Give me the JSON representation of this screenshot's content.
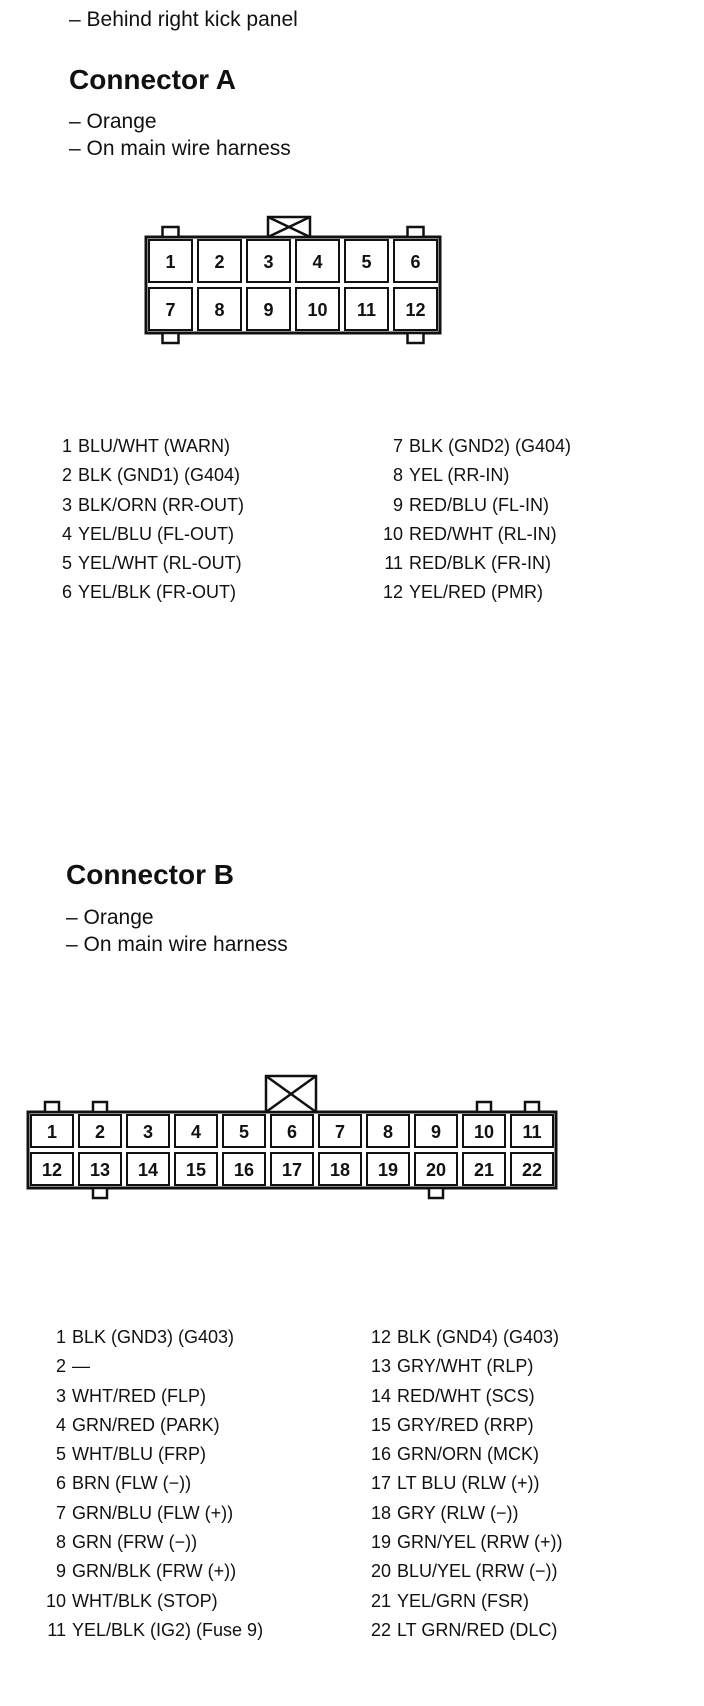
{
  "location_note": "– Behind right kick panel",
  "connector_a": {
    "title": "Connector A",
    "lines": [
      "– Orange",
      "– On main wire harness"
    ],
    "cavity_rows": [
      [
        "1",
        "2",
        "3",
        "4",
        "5",
        "6"
      ],
      [
        "7",
        "8",
        "9",
        "10",
        "11",
        "12"
      ]
    ],
    "pins_left": [
      {
        "num": "1",
        "desc": "BLU/WHT (WARN)"
      },
      {
        "num": "2",
        "desc": "BLK (GND1) (G404)"
      },
      {
        "num": "3",
        "desc": "BLK/ORN (RR-OUT)"
      },
      {
        "num": "4",
        "desc": "YEL/BLU (FL-OUT)"
      },
      {
        "num": "5",
        "desc": "YEL/WHT (RL-OUT)"
      },
      {
        "num": "6",
        "desc": "YEL/BLK (FR-OUT)"
      }
    ],
    "pins_right": [
      {
        "num": "7",
        "desc": "BLK (GND2) (G404)"
      },
      {
        "num": "8",
        "desc": "YEL (RR-IN)"
      },
      {
        "num": "9",
        "desc": "RED/BLU (FL-IN)"
      },
      {
        "num": "10",
        "desc": "RED/WHT (RL-IN)"
      },
      {
        "num": "11",
        "desc": "RED/BLK (FR-IN)"
      },
      {
        "num": "12",
        "desc": "YEL/RED (PMR)"
      }
    ]
  },
  "connector_b": {
    "title": "Connector B",
    "lines": [
      "– Orange",
      "– On main wire harness"
    ],
    "cavity_rows": [
      [
        "1",
        "2",
        "3",
        "4",
        "5",
        "6",
        "7",
        "8",
        "9",
        "10",
        "11"
      ],
      [
        "12",
        "13",
        "14",
        "15",
        "16",
        "17",
        "18",
        "19",
        "20",
        "21",
        "22"
      ]
    ],
    "pins_left": [
      {
        "num": "1",
        "desc": "BLK (GND3) (G403)"
      },
      {
        "num": "2",
        "desc": "—"
      },
      {
        "num": "3",
        "desc": "WHT/RED (FLP)"
      },
      {
        "num": "4",
        "desc": "GRN/RED (PARK)"
      },
      {
        "num": "5",
        "desc": "WHT/BLU (FRP)"
      },
      {
        "num": "6",
        "desc": "BRN (FLW (−))"
      },
      {
        "num": "7",
        "desc": "GRN/BLU (FLW (+))"
      },
      {
        "num": "8",
        "desc": "GRN (FRW (−))"
      },
      {
        "num": "9",
        "desc": "GRN/BLK (FRW (+))"
      },
      {
        "num": "10",
        "desc": "WHT/BLK (STOP)"
      },
      {
        "num": "11",
        "desc": "YEL/BLK (IG2) (Fuse 9)"
      }
    ],
    "pins_right": [
      {
        "num": "12",
        "desc": "BLK (GND4) (G403)"
      },
      {
        "num": "13",
        "desc": "GRY/WHT (RLP)"
      },
      {
        "num": "14",
        "desc": "RED/WHT (SCS)"
      },
      {
        "num": "15",
        "desc": "GRY/RED (RRP)"
      },
      {
        "num": "16",
        "desc": "GRN/ORN (MCK)"
      },
      {
        "num": "17",
        "desc": "LT BLU (RLW (+))"
      },
      {
        "num": "18",
        "desc": "GRY (RLW (−))"
      },
      {
        "num": "19",
        "desc": "GRN/YEL (RRW (+))"
      },
      {
        "num": "20",
        "desc": "BLU/YEL (RRW (−))"
      },
      {
        "num": "21",
        "desc": "YEL/GRN (FSR)"
      },
      {
        "num": "22",
        "desc": "LT GRN/RED (DLC)"
      }
    ]
  }
}
